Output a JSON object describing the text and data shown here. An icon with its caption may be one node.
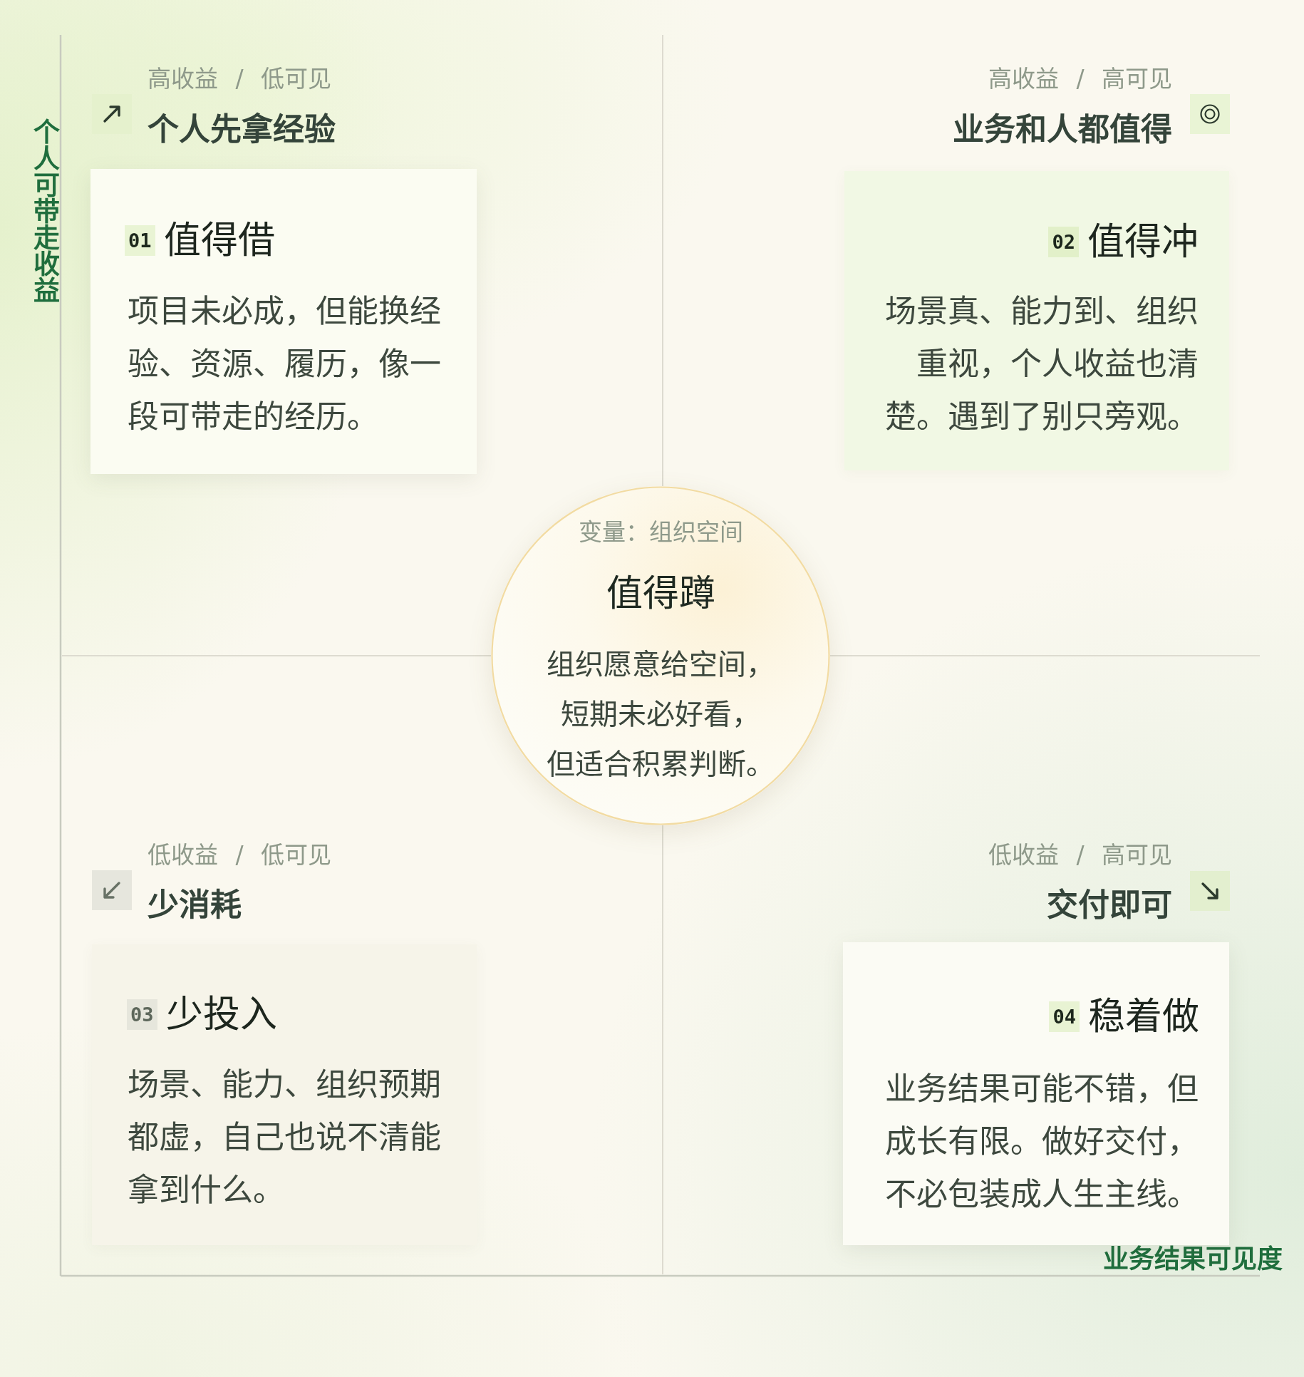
{
  "diagram": {
    "nodes": [
      {
        "text": [
          "01",
          "值得借",
          "项目未必成，但能换经验、资源、履历，像一段可带走的经历。"
        ],
        "beside": [
          "高收益 / 低可见",
          "个人先拿经验"
        ]
      },
      {
        "text": [
          "02",
          "值得冲",
          "场景真、能力到、组织重视，个人收益也清楚。遇到了别只旁观。"
        ],
        "beside": [
          "高收益 / 高可见",
          "业务和人都值得"
        ]
      },
      {
        "text": [
          "变量：组织空间",
          "值得蹲",
          "组织愿意给空间，短期未必好看，但适合积累判断。"
        ]
      },
      {
        "text": [
          "03",
          "少投入",
          "场景、能力、组织预期都虚，自己也说不清能拿到什么。"
        ],
        "beside": [
          "低收益 / 低可见",
          "少消耗"
        ]
      },
      {
        "text": [
          "04",
          "稳着做",
          "业务结果可能不错，但成长有限。做好交付，不必包装成人生主线。"
        ],
        "beside": [
          "低收益 / 高可见",
          "交付即可"
        ]
      }
    ],
    "labels": [
      "个人可带走收益",
      "业务结果可见度"
    ]
  }
}
